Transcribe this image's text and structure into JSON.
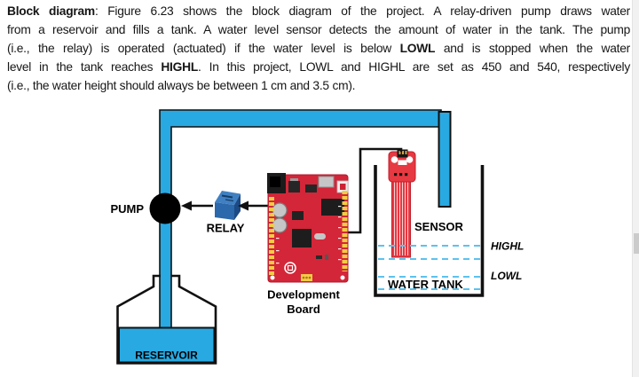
{
  "page": {
    "scrollbar": {
      "track": "#F1F1F1",
      "thumb": "#CBCBCB",
      "border": "#E3E3E3"
    }
  },
  "paragraph": {
    "lines": [
      {
        "segments": [
          {
            "text": "Block diagram",
            "bold": true
          },
          {
            "text": ": Figure 6.23 shows the block diagram of the project. A relay-driven pump draws water",
            "bold": false
          }
        ]
      },
      {
        "segments": [
          {
            "text": "from a reservoir and fills a tank. A water level sensor detects the amount of water in the tank. The pump",
            "bold": false
          }
        ]
      },
      {
        "segments": [
          {
            "text": "(i.e., the relay) is operated (actuated) if the water level is below ",
            "bold": false
          },
          {
            "text": "LOWL",
            "bold": true
          },
          {
            "text": " and is stopped when the water",
            "bold": false
          }
        ]
      },
      {
        "segments": [
          {
            "text": "level in the tank reaches ",
            "bold": false
          },
          {
            "text": "HIGHL",
            "bold": true
          },
          {
            "text": ". In this project, LOWL and HIGHL are set as 450 and 540, respectively",
            "bold": false
          }
        ]
      },
      {
        "segments": [
          {
            "text": "(i.e., the water height should always be between 1 cm and 3.5 cm).",
            "bold": false
          }
        ]
      }
    ]
  },
  "figure": {
    "labels": {
      "pump": "PUMP",
      "relay": "RELAY",
      "sensor": "SENSOR",
      "highl": "HIGHL",
      "lowl": "LOWL",
      "water_tank": "WATER TANK",
      "reservoir": "RESERVOIR",
      "dev_board_line1": "Development",
      "dev_board_line2": "Board"
    },
    "colors": {
      "pipe": "#29A9E1",
      "level_line": "#5BC2EE",
      "wire": "#111111",
      "board_red": "#D32638",
      "board_red_dark": "#AF1B2C",
      "sensor_red": "#E73941",
      "sensor_red_dark": "#C21E2B",
      "sensor_stripe": "#F9D0D3",
      "relay_front": "#2B68AC",
      "relay_top": "#4080C2",
      "relay_side": "#1B4A85",
      "component_yellow": "#F5CB45",
      "silver": "#C6C6C6"
    }
  }
}
